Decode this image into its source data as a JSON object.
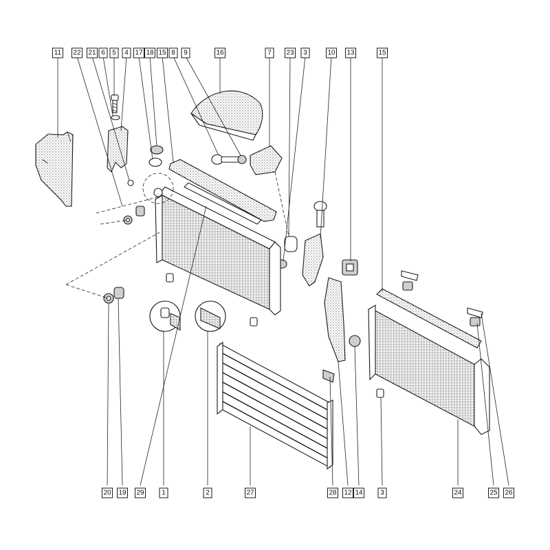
{
  "callouts_top": [
    "11",
    "22",
    "21",
    "6",
    "5",
    "4",
    "17",
    "18",
    "15",
    "8",
    "9",
    "16",
    "7",
    "23",
    "3",
    "10",
    "13",
    "15"
  ],
  "callouts_bottom": [
    "20",
    "19",
    "29",
    "1",
    "2",
    "27",
    "28",
    "12",
    "14",
    "3",
    "24",
    "25",
    "26"
  ],
  "colors": {
    "line": "#1a1a1a",
    "paper": "#ffffff",
    "shade": "#cfcfcf"
  },
  "parts": {
    "left_deflector": "bracket-shield",
    "fan_cowl": "cowl",
    "radiator_left": "radiator",
    "radiator_right": "radiator",
    "condenser": "condenser",
    "side_shield": "shield"
  }
}
